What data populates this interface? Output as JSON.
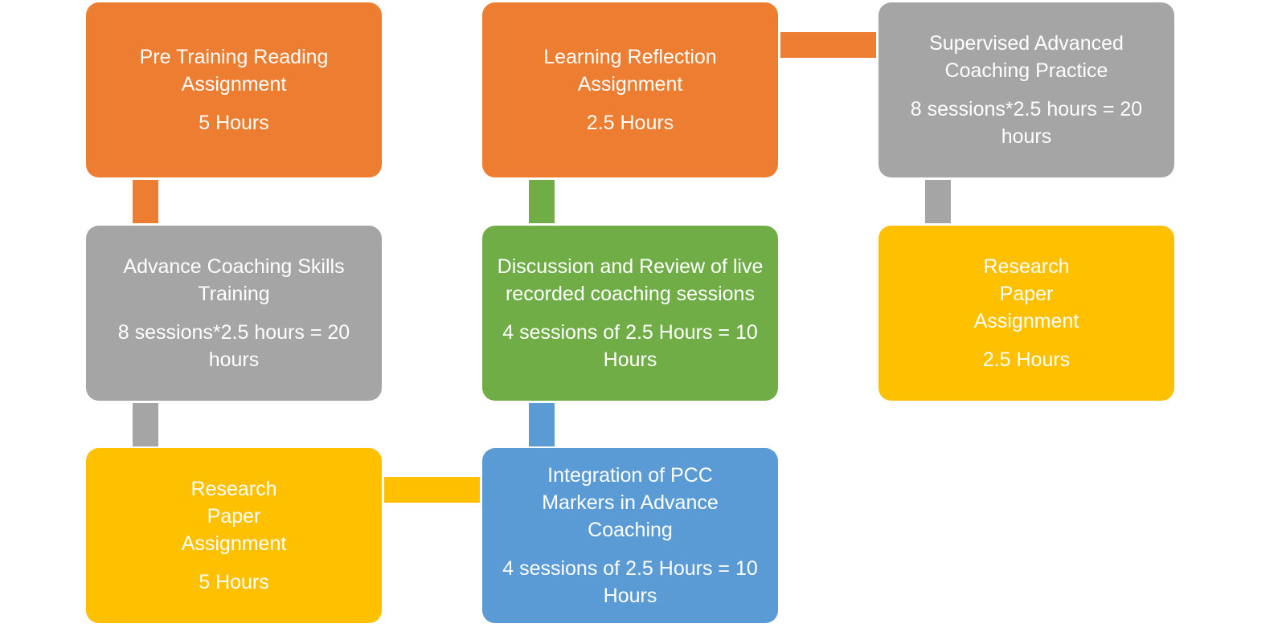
{
  "colors": {
    "orange": "#ED7D31",
    "gray": "#A5A5A5",
    "yellow": "#FFC000",
    "green": "#70AD47",
    "blue": "#5B9BD5"
  },
  "steps": [
    {
      "title": "Pre Training Reading Assignment",
      "hours": "5 Hours"
    },
    {
      "title": "Advance Coaching Skills Training",
      "hours": "8 sessions*2.5 hours = 20 hours"
    },
    {
      "title": "Research Paper Assignment",
      "hours": "5 Hours"
    },
    {
      "title": "Integration of PCC Markers in Advance Coaching",
      "hours": "4 sessions of 2.5 Hours = 10 Hours"
    },
    {
      "title": "Discussion and Review of live recorded coaching sessions",
      "hours": "4 sessions of 2.5 Hours = 10 Hours"
    },
    {
      "title": "Learning Reflection Assignment",
      "hours": "2.5 Hours"
    },
    {
      "title": "Supervised Advanced Coaching Practice",
      "hours": "8 sessions*2.5 hours = 20 hours"
    },
    {
      "title": "Research Paper Assignment",
      "hours": "2.5 Hours"
    }
  ]
}
